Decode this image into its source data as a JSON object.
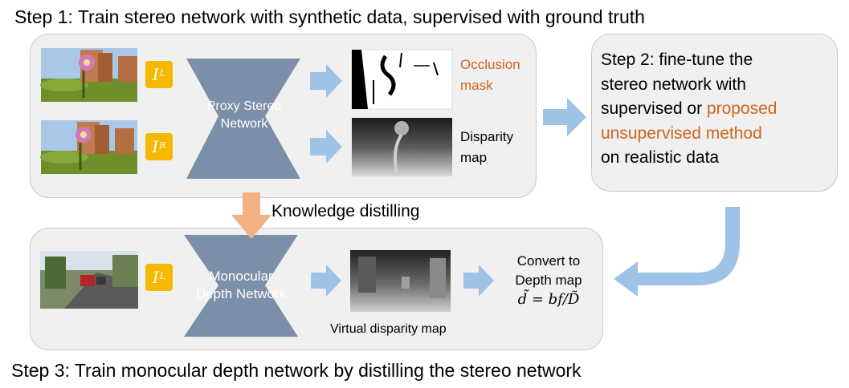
{
  "step1": {
    "title": "Step 1: Train stereo network with synthetic data, supervised with ground truth"
  },
  "step2": {
    "line1": "Step 2: fine-tune the",
    "line2": "stereo network with",
    "line3_plain": "supervised or ",
    "line3_orange": "proposed",
    "line4_orange": "unsupervised method",
    "line5": "on realistic data"
  },
  "step3": {
    "title": "Step 3: Train monocular depth network by distilling the stereo network"
  },
  "badges": {
    "left_symbol": "I",
    "left_sup": "L",
    "right_symbol": "I",
    "right_sup": "R"
  },
  "proxy_net": {
    "line1": "Proxy Stereo",
    "line2": "Network"
  },
  "mono_net": {
    "line1": "Monocular",
    "line2": "Depth Network"
  },
  "outputs": {
    "occlusion_line1": "Occlusion",
    "occlusion_line2": "mask",
    "disparity_line1": "Disparity",
    "disparity_line2": "map",
    "virtual_disparity": "Virtual disparity map"
  },
  "knowledge_distilling": "Knowledge distilling",
  "convert": {
    "line1": "Convert to",
    "line2": "Depth map",
    "formula": "d̃  = bf/D̃"
  },
  "colors": {
    "arrow_blue": "#9dc3e6",
    "arrow_orange": "#f4b183",
    "network": "#7c8fa8",
    "badge": "#f5b700",
    "highlight": "#d0641a"
  }
}
